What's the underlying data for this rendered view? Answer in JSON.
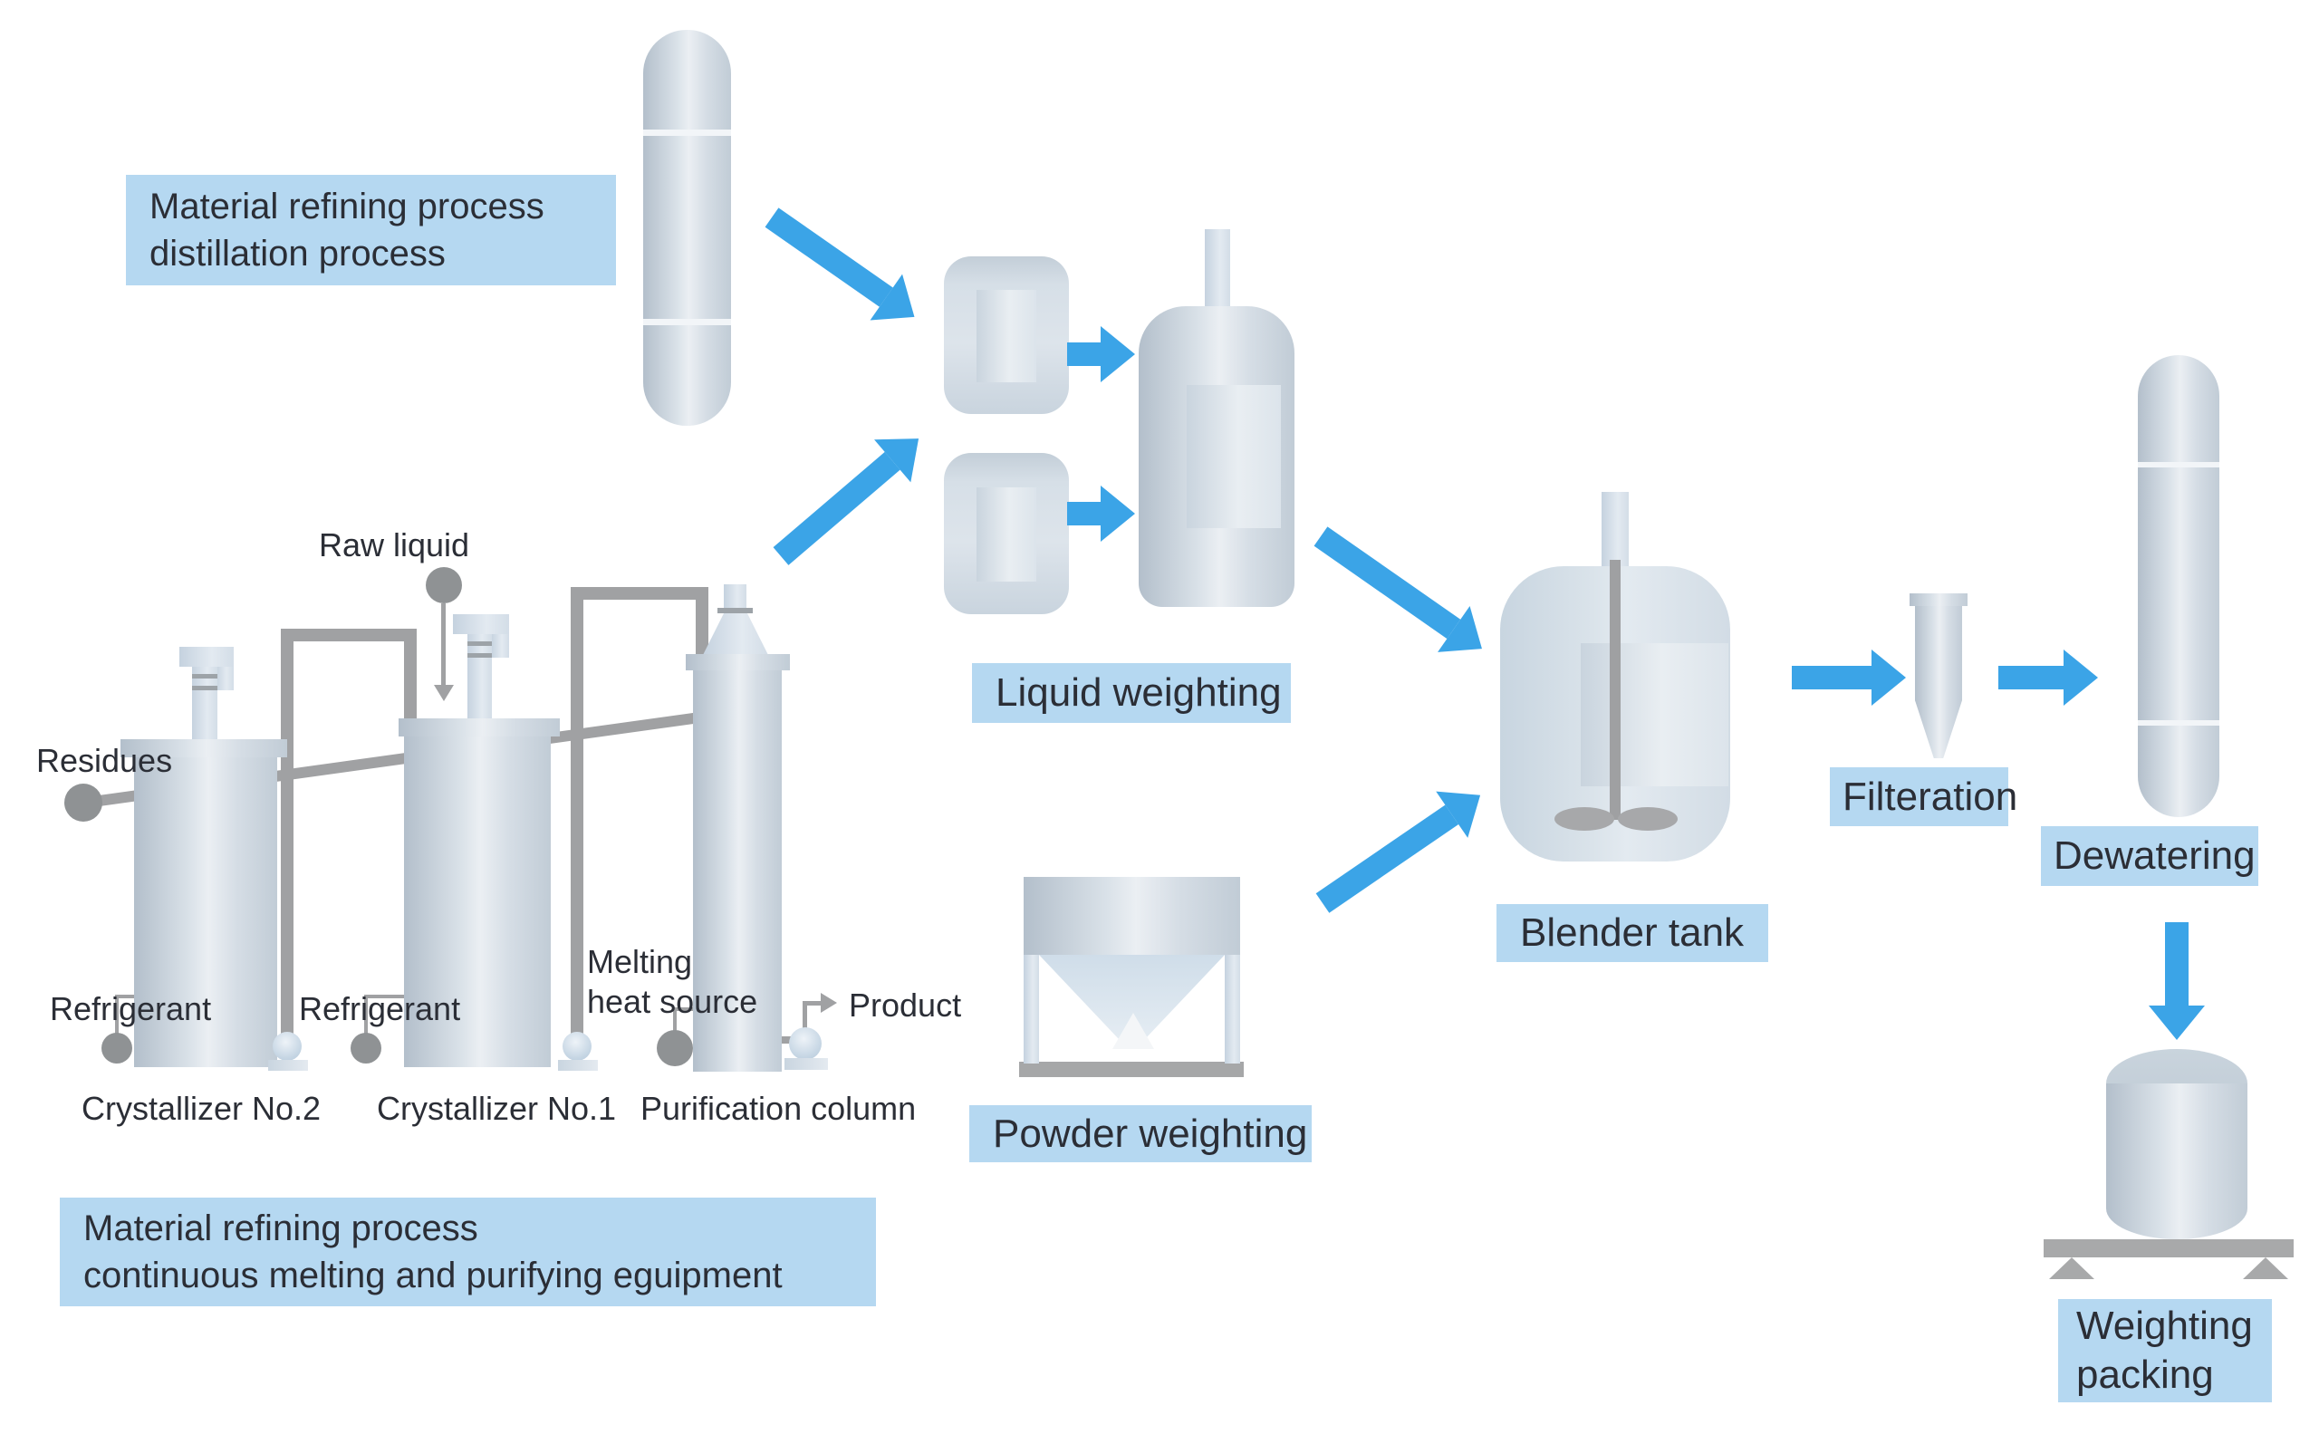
{
  "colors": {
    "accent_box": "#b5d8f1",
    "arrow": "#3ba4e7",
    "pipe": "#a0a1a3",
    "valve": "#8f9294",
    "text": "#2b2e36"
  },
  "boxes": {
    "distillation": {
      "line1": "Material refining process",
      "line2": "distillation process"
    },
    "melting_equipment": {
      "line1": "Material refining process",
      "line2": "continuous melting and purifying eguipment"
    },
    "liquid_weighting": {
      "label": "Liquid weighting"
    },
    "powder_weighting": {
      "label": "Powder weighting"
    },
    "blender_tank": {
      "label": "Blender tank"
    },
    "filteration": {
      "label": "Filteration"
    },
    "dewatering": {
      "label": "Dewatering"
    },
    "weighting_packing": {
      "line1": "Weighting",
      "line2": "packing"
    }
  },
  "labels": {
    "raw_liquid": "Raw liquid",
    "residues": "Residues",
    "refrigerant_no2": "Refrigerant",
    "refrigerant_no1": "Refrigerant",
    "melting_heat_line1": "Melting",
    "melting_heat_line2": "heat source",
    "product": "Product",
    "crystallizer_no2": "Crystallizer No.2",
    "crystallizer_no1": "Crystallizer No.1",
    "purification_column": "Purification column"
  }
}
